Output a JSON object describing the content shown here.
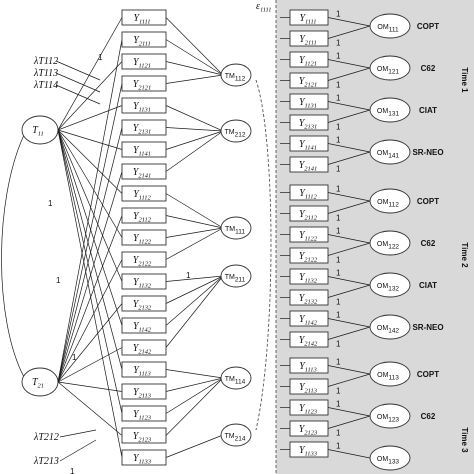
{
  "latent_traits": [
    {
      "name": "T",
      "sub": "11"
    },
    {
      "name": "T",
      "sub": "21"
    }
  ],
  "indicators_left": [
    "Y1111",
    "Y2111",
    "Y1121",
    "Y2121",
    "Y1131",
    "Y2131",
    "Y1141",
    "Y2141",
    "Y1112",
    "Y2112",
    "Y1122",
    "Y2122",
    "Y1132",
    "Y2132",
    "Y1142",
    "Y2142",
    "Y1113",
    "Y2113",
    "Y1123",
    "Y2123",
    "Y1133"
  ],
  "trait_method_factors": [
    {
      "name": "TM",
      "sub": "112"
    },
    {
      "name": "TM",
      "sub": "212"
    },
    {
      "name": "TM",
      "sub": "111"
    },
    {
      "name": "TM",
      "sub": "211"
    },
    {
      "name": "TM",
      "sub": "114"
    },
    {
      "name": "TM",
      "sub": "214"
    }
  ],
  "indicators_right": [
    "Y1111",
    "Y2111",
    "Y1121",
    "Y2121",
    "Y1131",
    "Y2131",
    "Y1141",
    "Y2141",
    "Y1112",
    "Y2112",
    "Y1122",
    "Y2122",
    "Y1132",
    "Y2132",
    "Y1142",
    "Y2142",
    "Y1113",
    "Y2113",
    "Y1123",
    "Y2123",
    "Y1133"
  ],
  "occasion_method_factors": [
    {
      "name": "OM",
      "sub": "111",
      "label": "COPT"
    },
    {
      "name": "OM",
      "sub": "121",
      "label": "C62"
    },
    {
      "name": "OM",
      "sub": "131",
      "label": "CIAT"
    },
    {
      "name": "OM",
      "sub": "141",
      "label": "SR-NEO"
    },
    {
      "name": "OM",
      "sub": "112",
      "label": "COPT"
    },
    {
      "name": "OM",
      "sub": "122",
      "label": "C62"
    },
    {
      "name": "OM",
      "sub": "132",
      "label": "CIAT"
    },
    {
      "name": "OM",
      "sub": "142",
      "label": "SR-NEO"
    },
    {
      "name": "OM",
      "sub": "113",
      "label": "COPT"
    },
    {
      "name": "OM",
      "sub": "123",
      "label": "C62"
    },
    {
      "name": "OM",
      "sub": "133",
      "label": ""
    }
  ],
  "time_labels": [
    "Time 1",
    "Time 2",
    "Time 3"
  ],
  "loading_labels": {
    "top": [
      "λT112",
      "λT113",
      "λT114"
    ],
    "bottom": [
      "λT212",
      "λT213"
    ]
  },
  "error_label": "ε1111",
  "fixed_loading": "1",
  "colors": {
    "panel_bg": "#d9d9d9",
    "line": "#1a1a1a",
    "box_stroke": "#333333"
  }
}
